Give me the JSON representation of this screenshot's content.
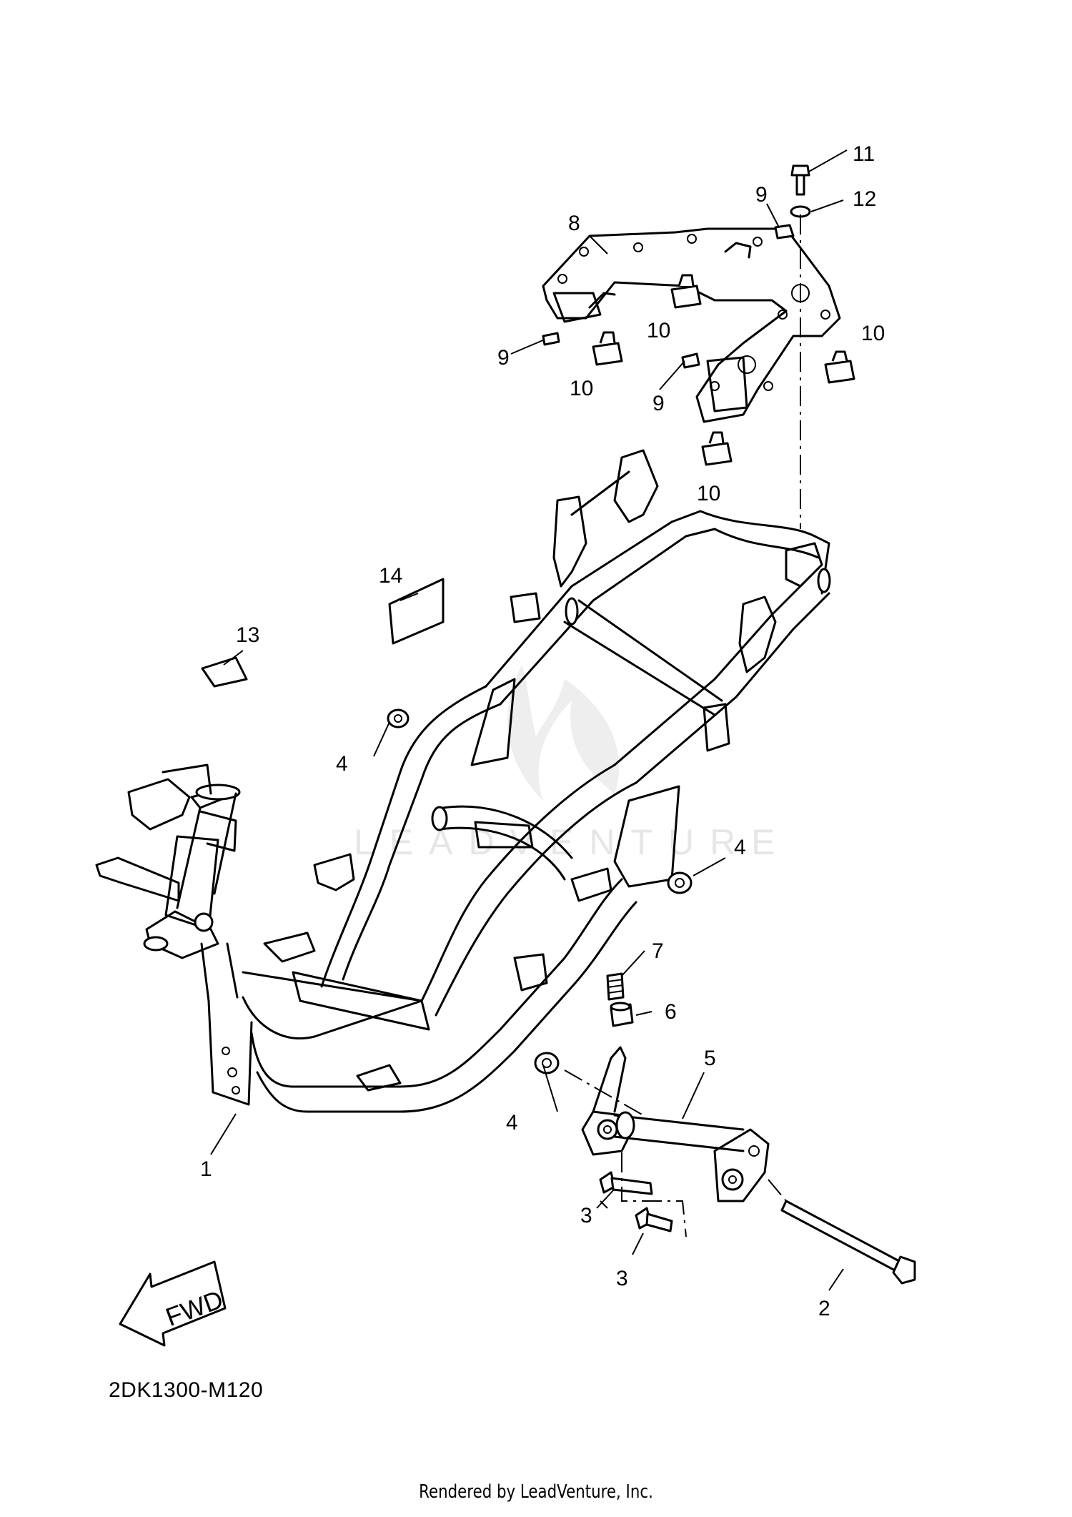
{
  "diagram": {
    "part_number": "2DK1300-M120",
    "rendered_by": "Rendered by LeadVenture, Inc.",
    "watermark": "LEADVENTURE",
    "fwd_label": "FWD",
    "callouts": {
      "c1": "1",
      "c2": "2",
      "c3a": "3",
      "c3b": "3",
      "c4a": "4",
      "c4b": "4",
      "c4c": "4",
      "c5": "5",
      "c6": "6",
      "c7": "7",
      "c8": "8",
      "c9a": "9",
      "c9b": "9",
      "c9c": "9",
      "c10a": "10",
      "c10b": "10",
      "c10c": "10",
      "c10d": "10",
      "c11": "11",
      "c12": "12",
      "c13": "13",
      "c14": "14"
    }
  }
}
